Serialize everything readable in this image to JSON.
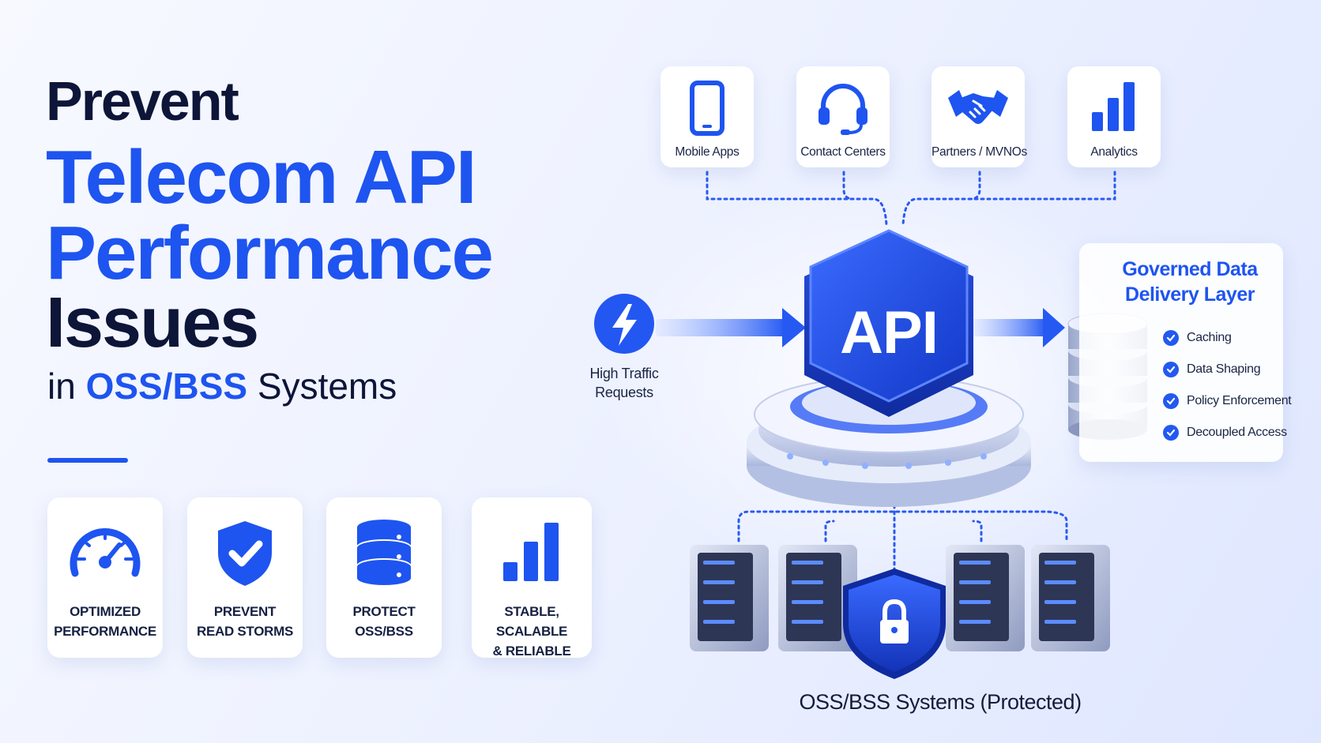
{
  "hero": {
    "line1": "Prevent",
    "line2": "Telecom API",
    "line3": "Performance",
    "line4": "Issues",
    "line5_prefix": "in ",
    "line5_highlight": "OSS/BSS",
    "line5_suffix": " Systems"
  },
  "features": [
    {
      "icon": "speedometer-icon",
      "line1": "OPTIMIZED",
      "line2": "PERFORMANCE"
    },
    {
      "icon": "shield-check-icon",
      "line1": "PREVENT",
      "line2": "READ STORMS"
    },
    {
      "icon": "database-icon",
      "line1": "PROTECT",
      "line2": "OSS/BSS"
    },
    {
      "icon": "bar-chart-icon",
      "line1": "STABLE, SCALABLE",
      "line2": "& RELIABLE"
    }
  ],
  "consumers": [
    {
      "icon": "mobile-phone-icon",
      "label": "Mobile Apps"
    },
    {
      "icon": "headset-icon",
      "label": "Contact Centers"
    },
    {
      "icon": "handshake-icon",
      "label": "Partners / MVNOs"
    },
    {
      "icon": "bar-chart-icon",
      "label": "Analytics"
    }
  ],
  "traffic": {
    "line1": "High Traffic",
    "line2": "Requests",
    "icon": "lightning-icon"
  },
  "api": {
    "label": "API"
  },
  "governed": {
    "title1": "Governed Data",
    "title2": "Delivery Layer",
    "items": [
      "Caching",
      "Data Shaping",
      "Policy Enforcement",
      "Decoupled Access"
    ]
  },
  "backend": {
    "caption": "OSS/BSS Systems (Protected)",
    "icon": "lock-shield-icon"
  },
  "colors": {
    "accent": "#1e54f0",
    "dark_text": "#0d1538"
  }
}
